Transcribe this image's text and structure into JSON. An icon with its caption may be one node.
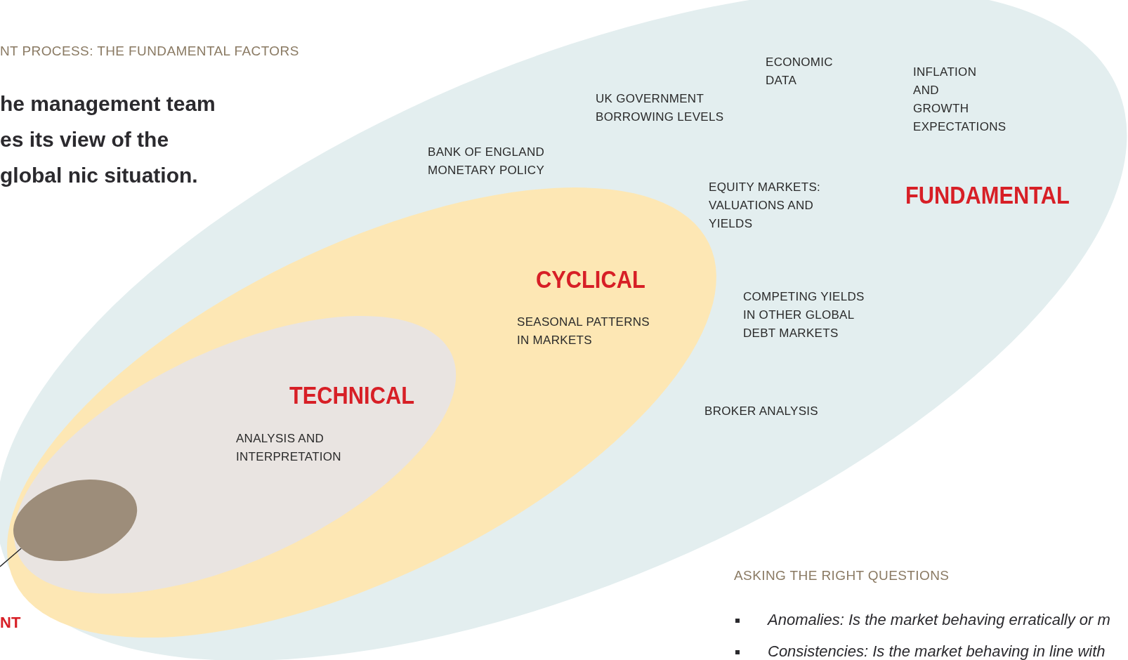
{
  "diagram": {
    "nodes": [
      {
        "text": [
          "FUNDAMENTAL",
          "ECONOMIC DATA",
          "INFLATION AND GROWTH EXPECTATIONS",
          "UK GOVERNMENT BORROWING LEVELS",
          "BANK OF ENGLAND MONETARY POLICY",
          "EQUITY MARKETS: VALUATIONS AND YIELDS",
          "COMPETING YIELDS IN OTHER GLOBAL DEBT MARKETS",
          "BROKER ANALYSIS"
        ]
      },
      {
        "text": [
          "CYCLICAL",
          "SEASONAL PATTERNS IN MARKETS"
        ],
        "in": 0
      },
      {
        "text": [
          "TECHNICAL",
          "ANALYSIS AND INTERPRETATION"
        ],
        "in": 1
      },
      {
        "text": [],
        "shape": "circle",
        "in": 2
      }
    ],
    "edges": [
      {
        "from": null,
        "to": 3,
        "arrow": "none"
      }
    ],
    "labels": [
      "NT PROCESS: THE FUNDAMENTAL FACTORS",
      "he management team es its view of the global nic situation.",
      "NT",
      "ASKING THE RIGHT QUESTIONS",
      "Anomalies: Is the market behaving erratically or m",
      "Consistencies: Is the market behaving in line with"
    ]
  }
}
